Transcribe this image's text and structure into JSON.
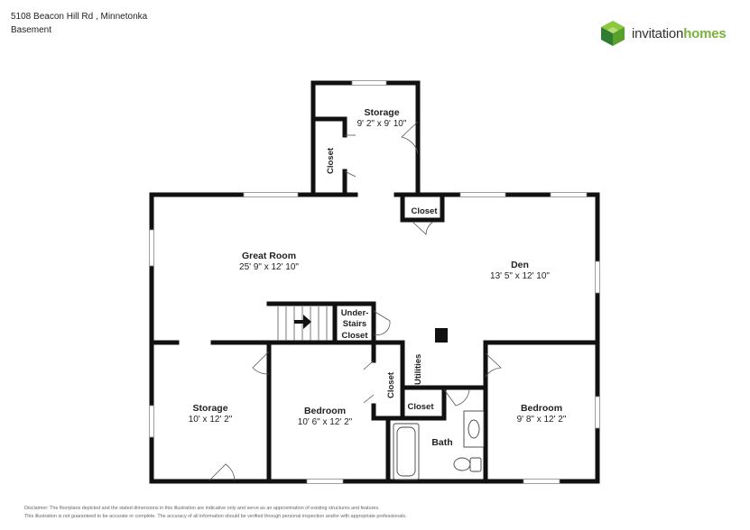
{
  "header": {
    "address": "5108 Beacon Hill Rd , Minnetonka",
    "level": "Basement"
  },
  "logo": {
    "text_primary": "invitation",
    "text_secondary": "homes",
    "mark_icon": "diamond-cube-logo",
    "colors": {
      "dark_green": "#2e7d32",
      "green": "#5aa02c",
      "light_green": "#8dc63f"
    }
  },
  "rooms": {
    "storage_top": {
      "name": "Storage",
      "dims": "9' 2\" x 9' 10\""
    },
    "closet_top_left": {
      "name": "Closet"
    },
    "closet_top_mid": {
      "name": "Closet"
    },
    "great_room": {
      "name": "Great Room",
      "dims": "25' 9\" x 12' 10\""
    },
    "den": {
      "name": "Den",
      "dims": "13' 5\" x 12' 10\""
    },
    "under_stairs": {
      "line1": "Under-",
      "line2": "Stairs",
      "line3": "Closet"
    },
    "storage_bottom": {
      "name": "Storage",
      "dims": "10' x 12' 2\""
    },
    "bedroom_left": {
      "name": "Bedroom",
      "dims": "10' 6\" x 12' 2\""
    },
    "closet_bedroom": {
      "name": "Closet"
    },
    "utilities": {
      "name": "Utilities"
    },
    "closet_bath": {
      "name": "Closet"
    },
    "bath": {
      "name": "Bath"
    },
    "bedroom_right": {
      "name": "Bedroom",
      "dims": "9' 8\" x 12' 2\""
    }
  },
  "disclaimer": {
    "line1": "Disclaimer: The floorplans depicted and the stated dimensions in this illustration are indicative only and serve as an approximation of existing structures and features.",
    "line2": "This illustration is not guaranteed to be accurate or complete. The accuracy of all information should be verified through personal inspection and/or with appropriate professionals."
  }
}
